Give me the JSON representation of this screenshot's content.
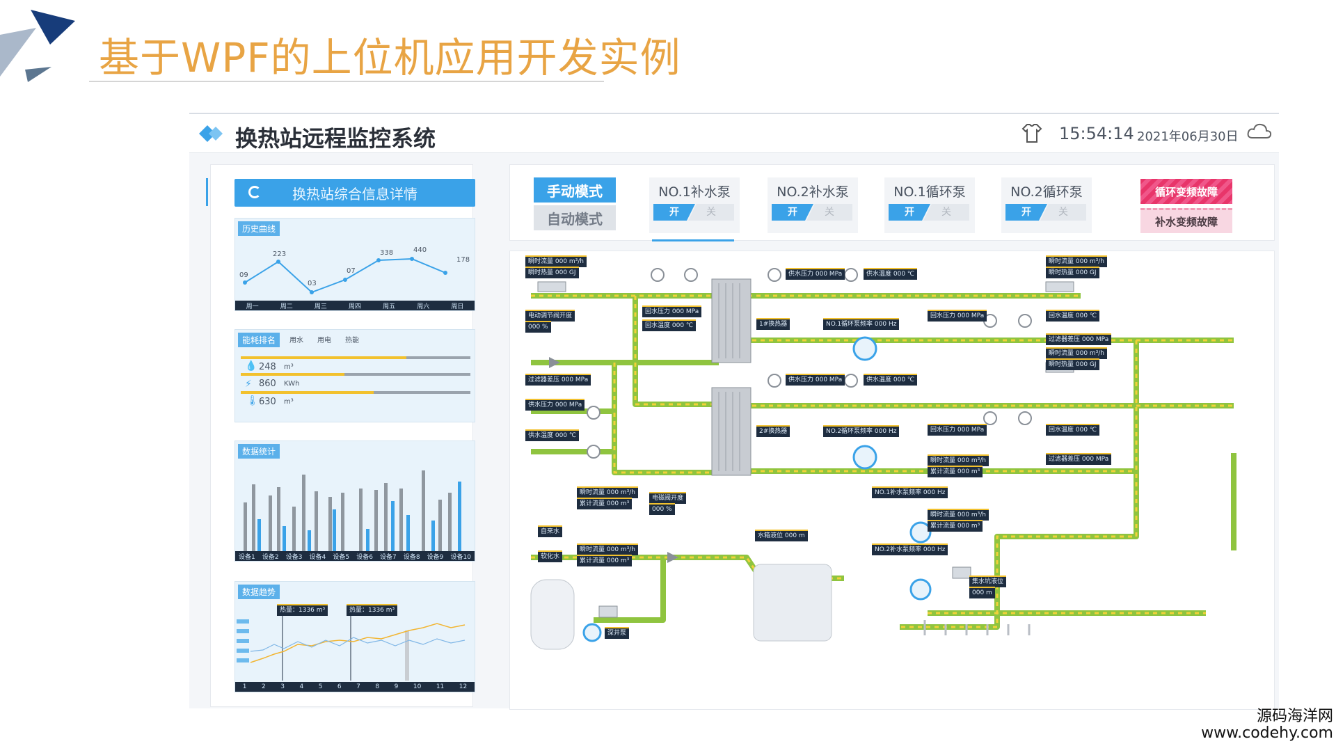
{
  "slide": {
    "title": "基于WPF的上位机应用开发实例",
    "watermark_line1": "源码海洋网",
    "watermark_line2": "www.codehy.com"
  },
  "app": {
    "title": "换热站远程监控系统",
    "time": "15:54:14",
    "date": "2021年06月30日",
    "icons": [
      "diamond-logo-icon",
      "shirt-icon",
      "cloud-icon"
    ]
  },
  "left_panel": {
    "info_button": "换热站综合信息详情",
    "history": {
      "tag": "历史曲线",
      "points": [
        "09",
        "223",
        "03",
        "07",
        "338",
        "440",
        "178"
      ],
      "days": [
        "周一",
        "周二",
        "周三",
        "周四",
        "周五",
        "周六",
        "周日"
      ]
    },
    "energy": {
      "tag": "能耗排名",
      "legend": [
        "用水",
        "用电",
        "热能"
      ],
      "rows": [
        {
          "value": "248",
          "unit": "m³",
          "fill": 0.72
        },
        {
          "value": "860",
          "unit": "KWh",
          "fill": 0.45
        },
        {
          "value": "630",
          "unit": "m³",
          "fill": 0.58
        }
      ]
    },
    "stats": {
      "tag": "数据统计",
      "devices": [
        "设备1",
        "设备2",
        "设备3",
        "设备4",
        "设备5",
        "设备6",
        "设备7",
        "设备8",
        "设备9",
        "设备10"
      ]
    },
    "trend": {
      "tag": "数据趋势",
      "markers": [
        "热量：1336 m³",
        "热量：1336 m³"
      ],
      "months": [
        "1",
        "2",
        "3",
        "4",
        "5",
        "6",
        "7",
        "8",
        "9",
        "10",
        "11",
        "12"
      ]
    }
  },
  "control": {
    "mode_manual": "手动模式",
    "mode_auto": "自动模式",
    "pumps": [
      {
        "name": "NO.1补水泵",
        "on": "开",
        "off": "关"
      },
      {
        "name": "NO.2补水泵",
        "on": "开",
        "off": "关"
      },
      {
        "name": "NO.1循环泵",
        "on": "开",
        "off": "关"
      },
      {
        "name": "NO.2循环泵",
        "on": "开",
        "off": "关"
      }
    ],
    "fault_circulation": "循环变频故障",
    "fault_makeup": "补水变频故障"
  },
  "pid": {
    "readouts": {
      "flow_tl": "瞬时流量 000 m³/h",
      "heat_tl": "瞬时热量 000 GJ",
      "valve_open": "电动调节阀开度",
      "valve_val": "000 %",
      "ret_press_a": "回水压力 000 MPa",
      "ret_temp_a": "回水温度 000 ℃",
      "filter_diff": "过滤器差压 000 MPa",
      "sup_press_l": "供水压力 000 MPa",
      "sup_temp_l": "供水温度 000 ℃",
      "hx1": "1#换热器",
      "hx2": "2#换热器",
      "sup_press_1": "供水压力 000 MPa",
      "sup_temp_1": "供水温度 000 ℃",
      "sup_press_2": "供水压力 000 MPa",
      "sup_temp_2": "供水温度 000 ℃",
      "circ1": "NO.1循环泵频率 000 Hz",
      "circ2": "NO.2循环泵频率 000 Hz",
      "ret_press_r1": "回水压力 000 MPa",
      "ret_temp_r1": "回水温度 000 ℃",
      "ret_press_r2": "回水压力 000 MPa",
      "ret_temp_r2": "回水温度 000 ℃",
      "flow_tr": "瞬时流量 000 m³/h",
      "heat_tr": "瞬时热量 000 GJ",
      "flow_mr": "瞬时流量 000 m³/h",
      "heat_mr": "瞬时热量 000 GJ",
      "filter_r1": "过滤器差压 000 MPa",
      "filter_r2": "过滤器差压 000 MPa",
      "acc_flow_a": "瞬时流量 000 m³/h",
      "acc_total_a": "累计流量 000 m³",
      "acc_flow_b": "瞬时流量 000 m³/h",
      "acc_total_b": "累计流量 000 m³",
      "acc_flow_c": "瞬时流量 000 m³/h",
      "acc_total_c": "累计流量 000 m³",
      "acc_flow_d": "瞬时流量 000 m³/h",
      "acc_total_d": "累计流量 000 m³",
      "makeup1": "NO.1补水泵频率 000 Hz",
      "makeup2": "NO.2补水泵频率 000 Hz",
      "tank_level": "水箱液位 000 m",
      "pit_level": "集水坑液位",
      "pit_val": "000 m",
      "valve2": "电磁阀开度",
      "valve2_val": "000 %",
      "tap_water": "自来水",
      "softener": "软化水",
      "boost_pump": "深井泵"
    }
  }
}
